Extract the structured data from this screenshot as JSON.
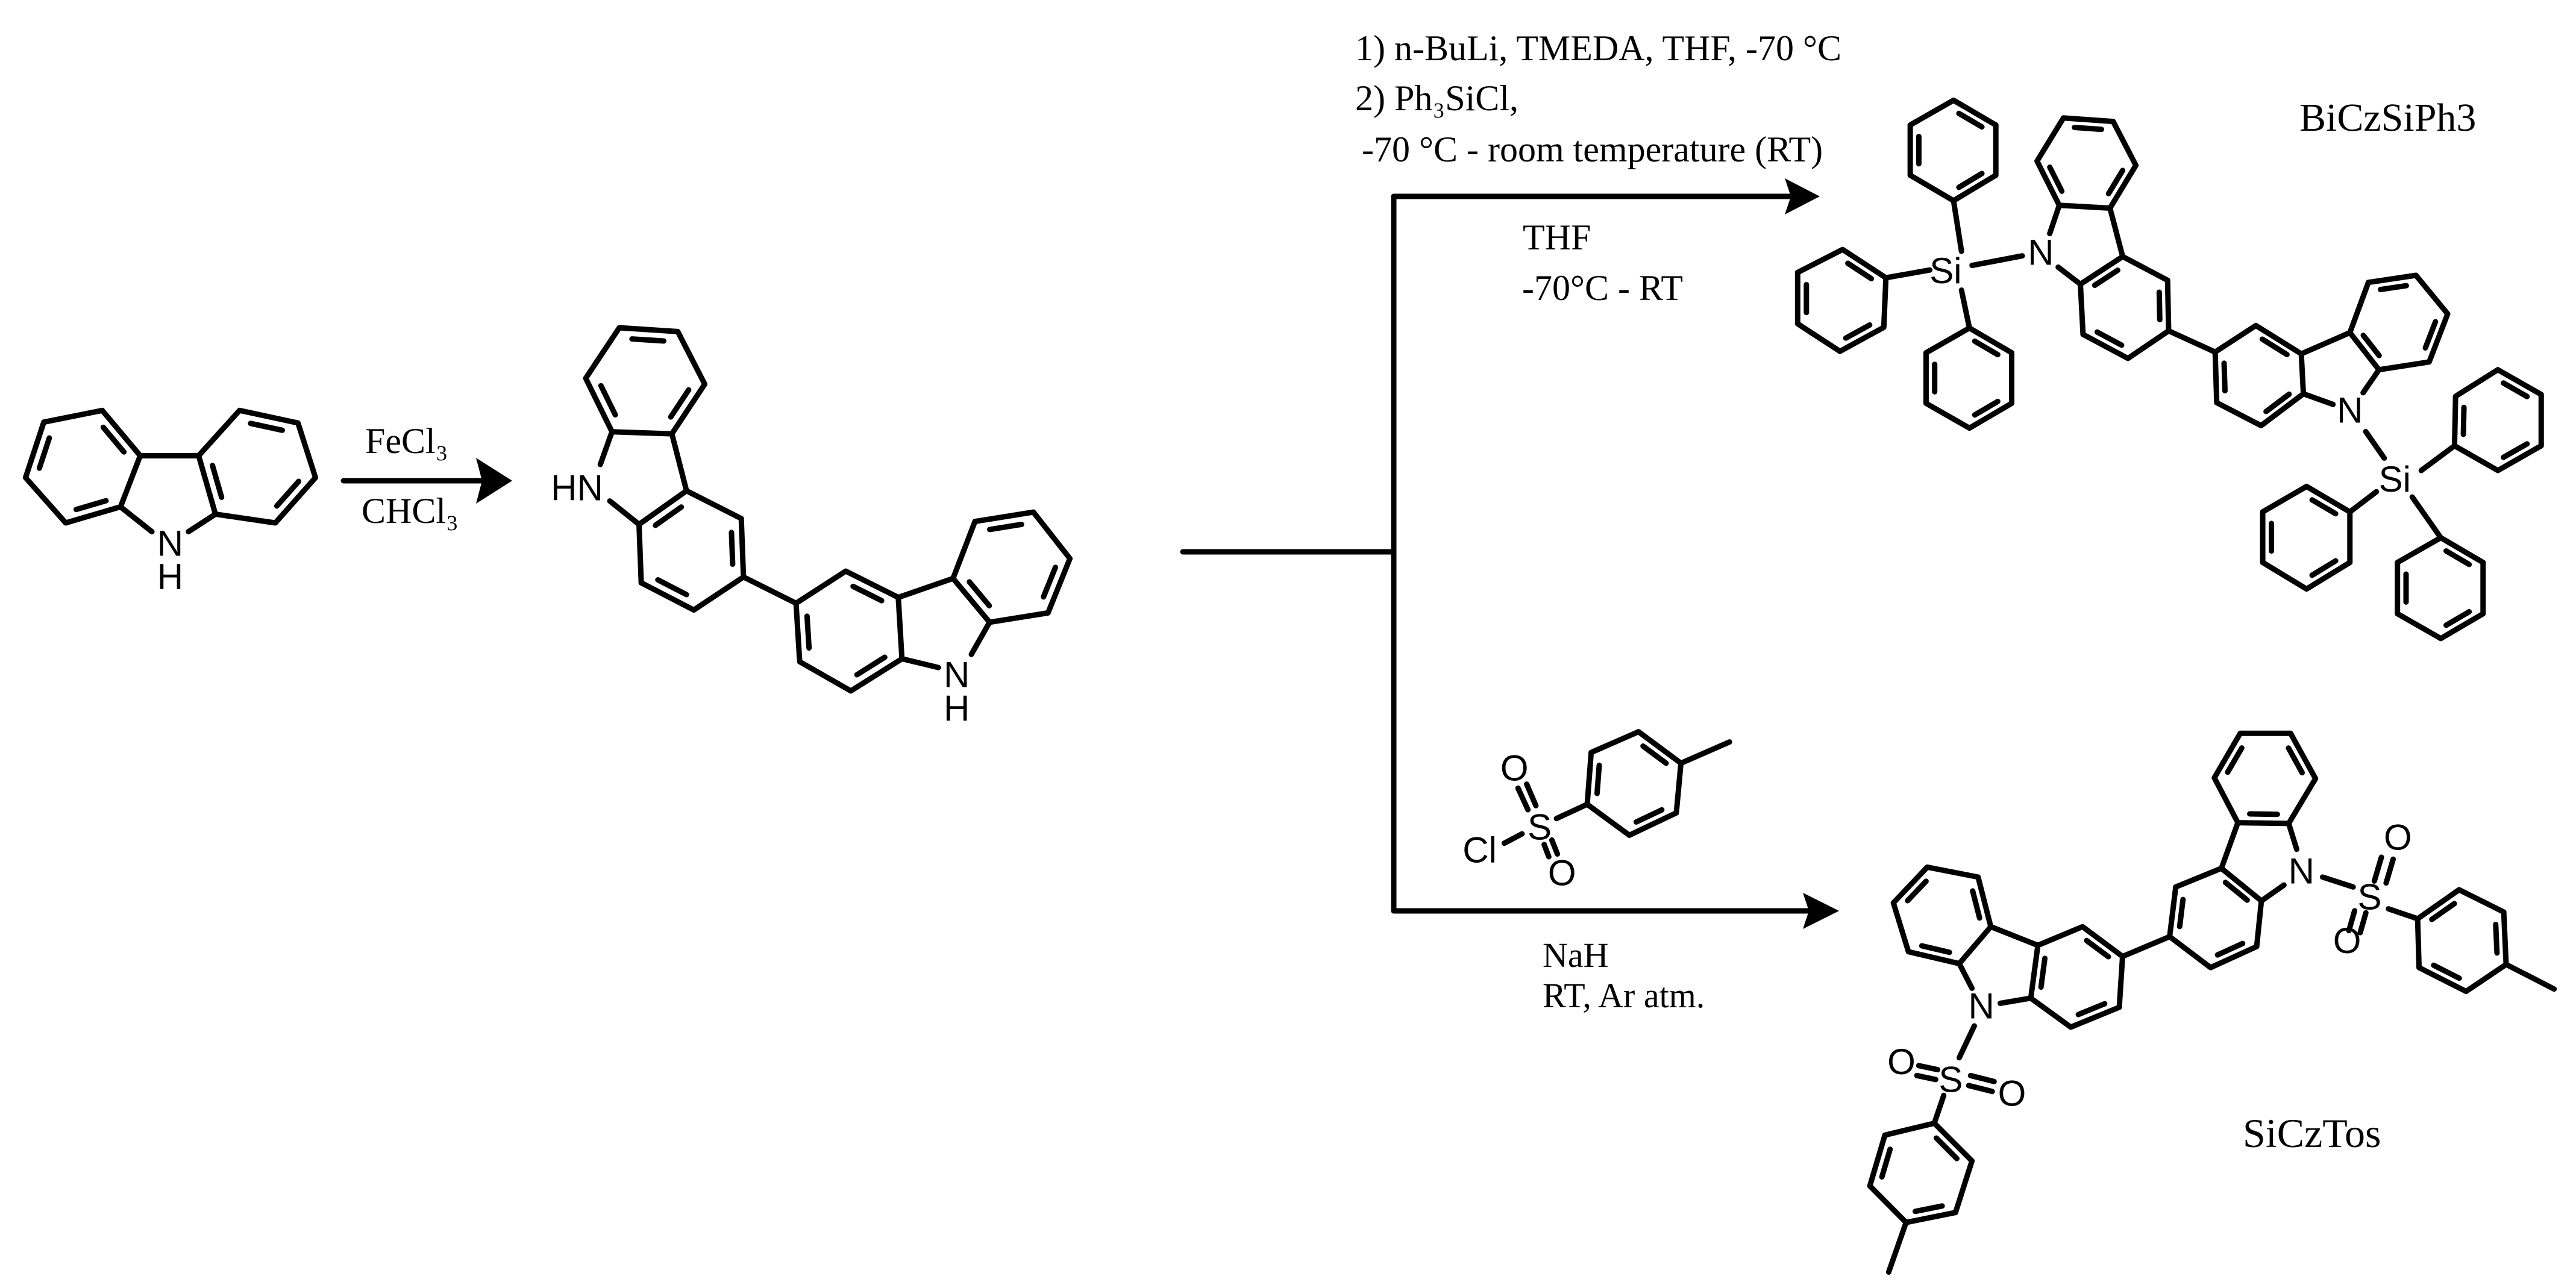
{
  "step1": {
    "reagent": "FeCl₃",
    "solvent": "CHCl₃"
  },
  "route_silyl": {
    "line1": "1) n-BuLi, TMEDA, THF, -70 °C",
    "line2": "2) Ph₃SiCl,",
    "line3": "-70 °C - room temperature (RT)",
    "solvent": "THF",
    "temperature": "-70°C - RT",
    "product_name": "BiCzSiPh3"
  },
  "route_tosyl": {
    "base": "NaH",
    "conditions": "RT, Ar atm.",
    "product_name": "SiCzTos"
  },
  "atoms": {
    "N": "N",
    "H": "H",
    "HN": "HN",
    "Si": "Si",
    "S": "S",
    "O": "O",
    "Cl": "Cl"
  },
  "colors": {
    "ink": "#000000",
    "background": "#ffffff"
  }
}
